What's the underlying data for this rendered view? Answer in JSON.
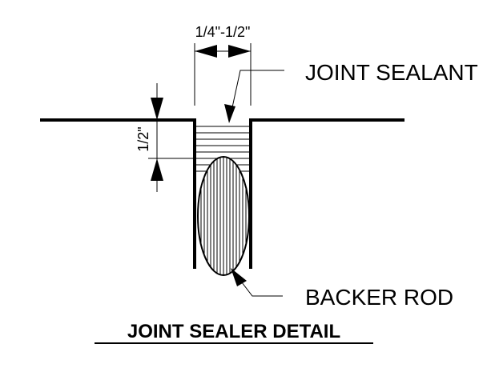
{
  "title": "JOINT SEALER DETAIL",
  "labels": {
    "joint_width": "1/4\"-1/2\"",
    "sealant_depth": "1/2\"",
    "joint_sealant": "JOINT SEALANT",
    "backer_rod": "BACKER ROD"
  },
  "colors": {
    "ink": "#000000",
    "background": "#ffffff"
  }
}
